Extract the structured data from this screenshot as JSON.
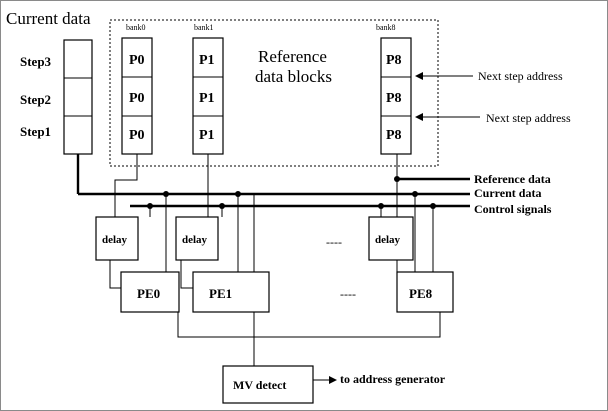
{
  "title": "Current data",
  "steps": [
    "Step3",
    "Step2",
    "Step1"
  ],
  "banks": [
    "bank0",
    "bank1",
    "bank8"
  ],
  "blocks": [
    "P0",
    "P1",
    "P8"
  ],
  "reference_blocks_label": [
    "Reference",
    "data blocks"
  ],
  "next_step_label": "Next step address",
  "bus_labels": [
    "Reference data",
    "Current data",
    "Control signals"
  ],
  "delay_label": "delay",
  "pe_labels": [
    "PE0",
    "PE1",
    "PE8"
  ],
  "ellipsis": "----",
  "mv_detect_label": "MV detect",
  "output_label": "to address generator"
}
